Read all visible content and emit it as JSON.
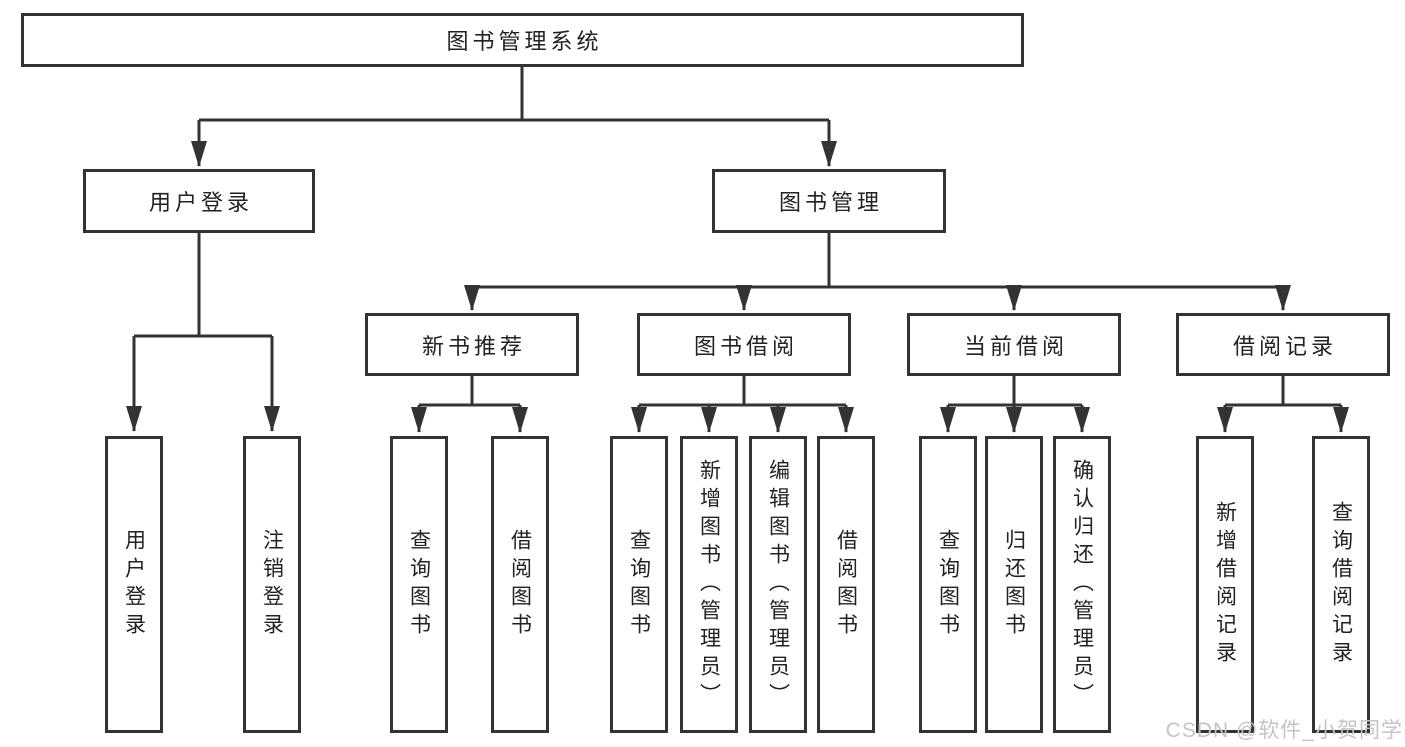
{
  "colors": {
    "line": "#333333",
    "text": "#222222",
    "background": "#ffffff",
    "watermark": "#c4c4c4"
  },
  "watermark": "CSDN @软件_小贺同学",
  "nodes": {
    "root": "图书管理系统",
    "login_branch": "用户登录",
    "book_branch": "图书管理",
    "new_book_rec": "新书推荐",
    "book_borrow": "图书借阅",
    "current_borrow": "当前借阅",
    "borrow_record": "借阅记录",
    "user_login": "用户登录",
    "logout": "注销登录",
    "nb_query": "查询图书",
    "nb_borrow": "借阅图书",
    "bb_query": "查询图书",
    "bb_add": "新增图书（管理员）",
    "bb_edit": "编辑图书（管理员）",
    "bb_borrow": "借阅图书",
    "cb_query": "查询图书",
    "cb_return": "归还图书",
    "cb_confirm": "确认归还（管理员）",
    "br_add": "新增借阅记录",
    "br_query": "查询借阅记录"
  },
  "hierarchy": {
    "图书管理系统": {
      "用户登录": [
        "用户登录",
        "注销登录"
      ],
      "图书管理": {
        "新书推荐": [
          "查询图书",
          "借阅图书"
        ],
        "图书借阅": [
          "查询图书",
          "新增图书（管理员）",
          "编辑图书（管理员）",
          "借阅图书"
        ],
        "当前借阅": [
          "查询图书",
          "归还图书",
          "确认归还（管理员）"
        ],
        "借阅记录": [
          "新增借阅记录",
          "查询借阅记录"
        ]
      }
    }
  }
}
